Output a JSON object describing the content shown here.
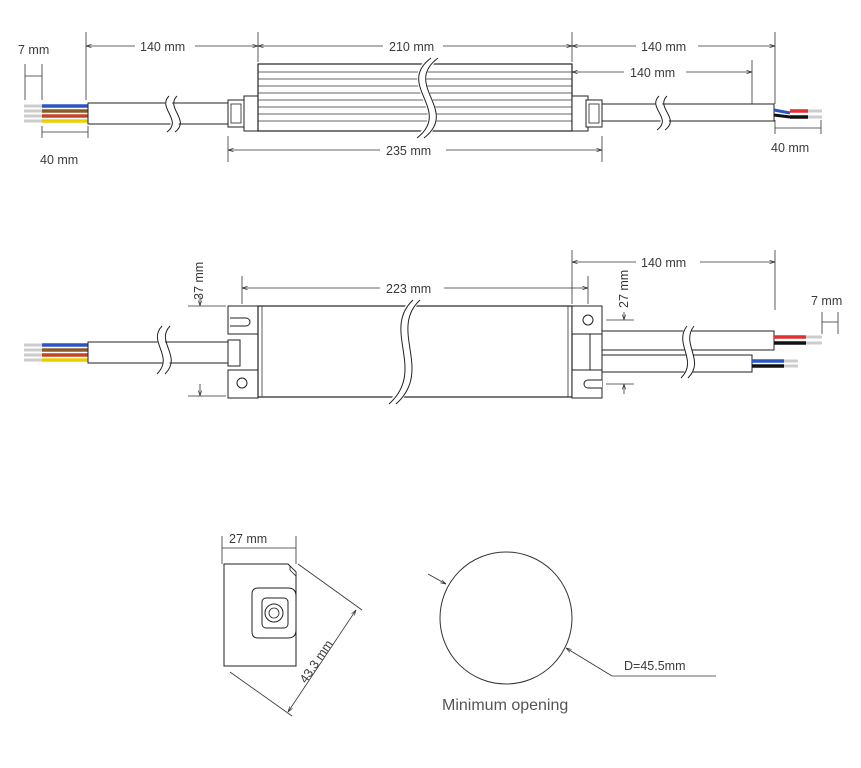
{
  "labels": {
    "top_strip_left": "7 mm",
    "top_cable_left": "140 mm",
    "top_body": "210 mm",
    "top_cable_right": "140 mm",
    "top_cable_right_inner": "140 mm",
    "top_strip_left_bottom": "40 mm",
    "top_overall": "235 mm",
    "top_strip_right_bottom": "40 mm",
    "side_height": "37 mm",
    "side_body": "223 mm",
    "side_cable_right": "140 mm",
    "side_mount": "27 mm",
    "side_strip_right": "7 mm",
    "end_width": "27 mm",
    "end_diagonal": "43.3 mm",
    "opening_diameter": "D=45.5mm",
    "opening_caption": "Minimum opening"
  },
  "wire_colors": {
    "blue": "#2a55c4",
    "brown": "#8a5a2b",
    "yellow": "#e8d000",
    "red": "#e03030",
    "black": "#111111"
  }
}
